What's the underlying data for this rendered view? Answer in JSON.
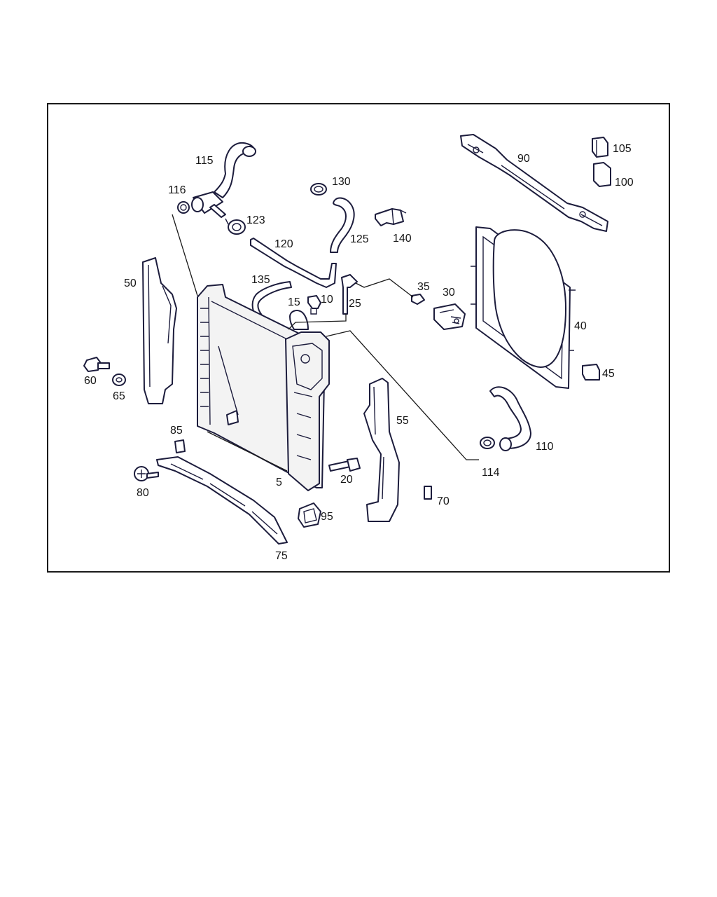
{
  "labels": {
    "l115": "115",
    "l116": "116",
    "l130": "130",
    "l123": "123",
    "l120": "120",
    "l125": "125",
    "l140": "140",
    "l90": "90",
    "l105": "105",
    "l100": "100",
    "l50": "50",
    "l135": "135",
    "l15": "15",
    "l10": "10",
    "l25": "25",
    "l35": "35",
    "l30": "30",
    "l40": "40",
    "l60": "60",
    "l65": "65",
    "l45": "45",
    "l55": "55",
    "l85": "85",
    "l110": "110",
    "l114": "114",
    "l80": "80",
    "l5": "5",
    "l20": "20",
    "l70": "70",
    "l95": "95",
    "l75": "75"
  },
  "colors": {
    "line": "#1c1c3c",
    "background": "#ffffff"
  }
}
